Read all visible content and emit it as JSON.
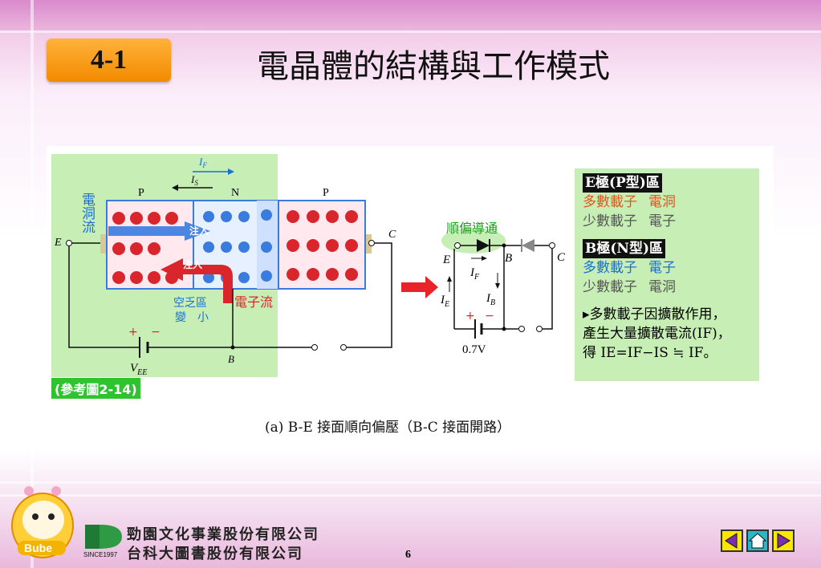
{
  "header": {
    "section": "4-1",
    "title": "電晶體的結構與工作模式"
  },
  "figure": {
    "hole_current": "電洞流",
    "regions": [
      "P",
      "N",
      "P"
    ],
    "current_if": "I",
    "current_if_sub": "F",
    "current_is": "I",
    "current_is_sub": "S",
    "inject": "注入",
    "depletion": "空乏區",
    "depletion2": "變　小",
    "electron_current": "電子流",
    "term_e": "E",
    "term_b": "B",
    "term_c": "C",
    "vee": "V",
    "vee_sub": "EE",
    "forward_label": "順偏導通",
    "ie": "I",
    "ie_sub": "E",
    "ib": "I",
    "ib_sub": "B",
    "voltage": "0.7V",
    "plus": "+",
    "minus": "−"
  },
  "reference": "(參考圖2-14)",
  "caption": "(a) B-E 接面順向偏壓（B-C 接面開路）",
  "info": {
    "e_header": "E極(P型)區",
    "e_major": [
      "多數載子",
      "電洞"
    ],
    "e_minor": [
      "少數載子",
      "電子"
    ],
    "b_header": "B極(N型)區",
    "b_major": [
      "多數載子",
      "電子"
    ],
    "b_minor": [
      "少數載子",
      "電洞"
    ],
    "note1": "▸多數載子因擴散作用，",
    "note2": "產生大量擴散電流(IF)，",
    "note3": "得 IE=IF−IS ≒ IF。"
  },
  "footer": {
    "company1": "勁園文化事業股份有限公司",
    "company2": "台科大圖書股份有限公司",
    "since": "SINCE1997",
    "mascot": "Bube",
    "page": "6"
  },
  "colors": {
    "badge": "#f28a00",
    "green_panel": "#c7efb5",
    "hole": "#d9262c",
    "electron": "#3a7be0"
  }
}
